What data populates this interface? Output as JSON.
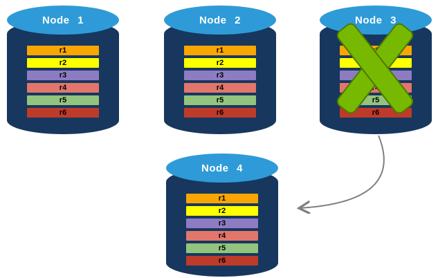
{
  "nodes": [
    {
      "label": "Node 1",
      "records": [
        "r1",
        "r2",
        "r3",
        "r4",
        "r5",
        "r6"
      ],
      "failed": false
    },
    {
      "label": "Node 2",
      "records": [
        "r1",
        "r2",
        "r3",
        "r4",
        "r5",
        "r6"
      ],
      "failed": false
    },
    {
      "label": "Node 3",
      "records": [
        "r1",
        "r2",
        "r3",
        "r4",
        "r5",
        "r6"
      ],
      "failed": true
    },
    {
      "label": "Node 4",
      "records": [
        "r1",
        "r2",
        "r3",
        "r4",
        "r5",
        "r6"
      ],
      "failed": false
    }
  ],
  "record_colors": {
    "r1": "#F9A602",
    "r2": "#FFFF00",
    "r3": "#8E7CC3",
    "r4": "#E2766B",
    "r5": "#93C47D",
    "r6": "#BE3B2A"
  },
  "colors": {
    "cylinder_body": "#17375E",
    "cylinder_top": "#2E9BD8",
    "failure_x": "#76B900",
    "failure_x_border": "#4C7A00",
    "arrow": "#7F7F7F"
  },
  "annotations": {
    "failure": {
      "node": "Node 3",
      "icon": "green-x"
    },
    "arrow": {
      "from": "Node 3",
      "to": "Node 4"
    }
  }
}
